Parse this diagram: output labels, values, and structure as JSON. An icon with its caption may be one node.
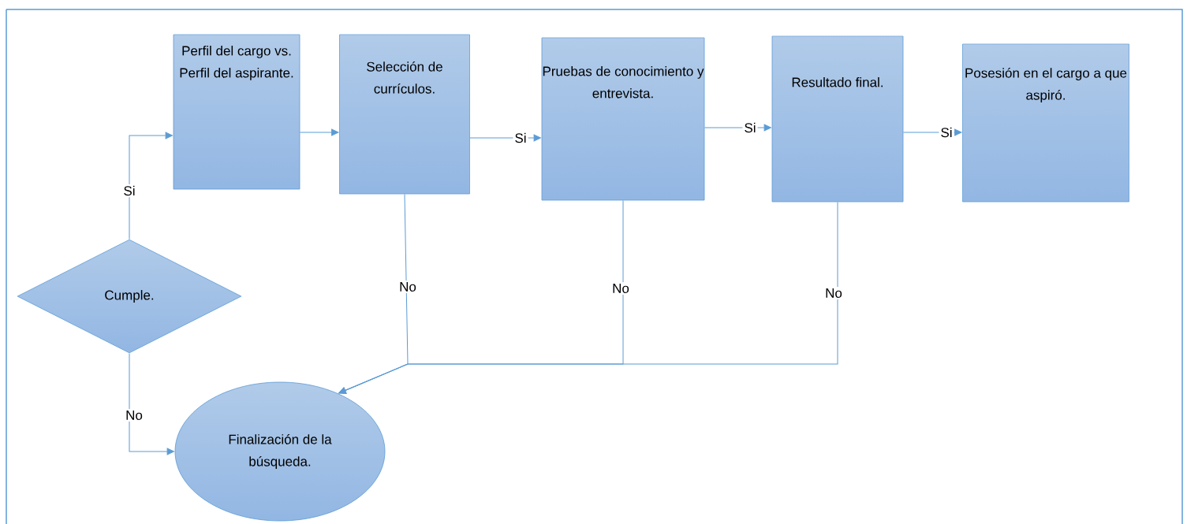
{
  "diagram": {
    "nodes": [
      {
        "text": [
          "Cumple."
        ]
      },
      {
        "text": [
          "Perfil del cargo vs. Perfil del aspirante."
        ]
      },
      {
        "text": [
          "Selección de currículos."
        ]
      },
      {
        "text": [
          "Pruebas de conocimiento y entrevista."
        ]
      },
      {
        "text": [
          "Resultado final."
        ]
      },
      {
        "text": [
          "Posesión en el cargo a que aspiró."
        ]
      },
      {
        "text": [
          "Finalización de la búsqueda."
        ]
      }
    ],
    "edges": [
      {
        "from": 0,
        "to": 1,
        "arrow": "to",
        "label": "Si"
      },
      {
        "from": 1,
        "to": 2,
        "arrow": "to"
      },
      {
        "from": 2,
        "to": 3,
        "arrow": "to",
        "label": "Si"
      },
      {
        "from": 3,
        "to": 4,
        "arrow": "to",
        "label": "Si"
      },
      {
        "from": 4,
        "to": 5,
        "arrow": "to",
        "label": "Si"
      },
      {
        "from": 0,
        "to": 6,
        "arrow": "to",
        "label": "No"
      },
      {
        "from": 2,
        "to": 6,
        "arrow": "to",
        "label": "No"
      },
      {
        "from": 3,
        "to": 6,
        "arrow": "to",
        "label": "No"
      },
      {
        "from": 4,
        "to": 6,
        "arrow": "to",
        "label": "No"
      }
    ]
  }
}
